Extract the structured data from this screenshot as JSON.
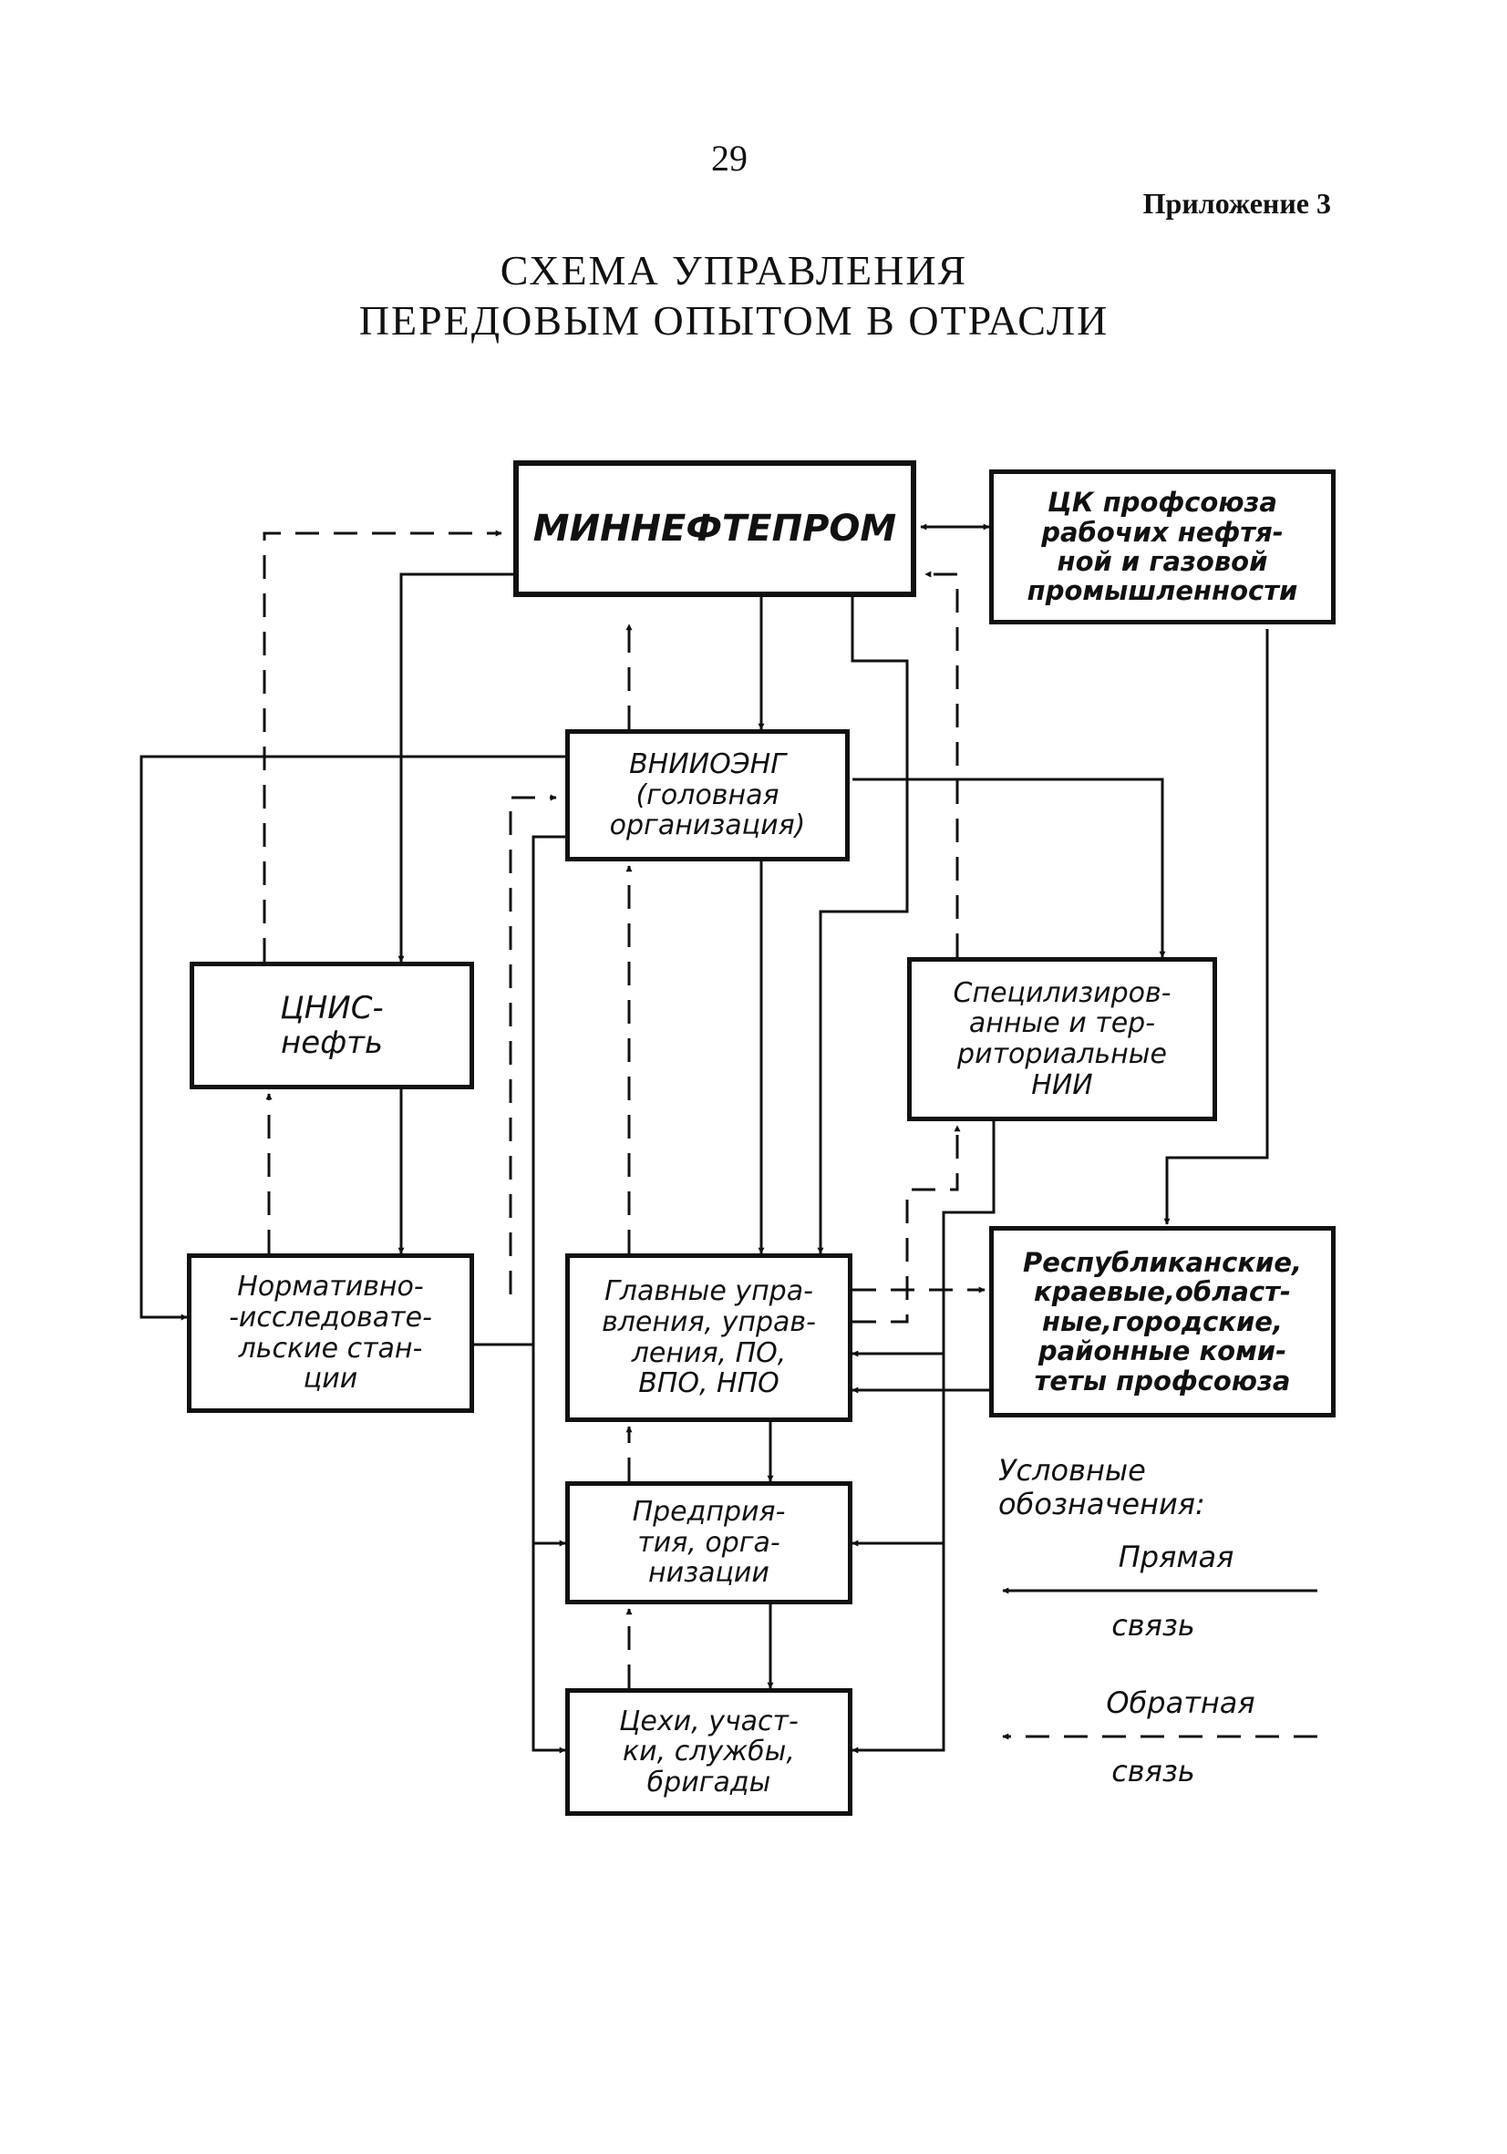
{
  "page_number": "29",
  "appendix_label": "Приложение 3",
  "title": {
    "line1": "СХЕМА УПРАВЛЕНИЯ",
    "line2": "ПЕРЕДОВЫМ ОПЫТОМ В ОТРАСЛИ"
  },
  "nodes": {
    "minneftprom": "МИННЕФТЕПРОМ",
    "tsk_profsoyuz": "ЦК профсоюза\nрабочих нефтя-\nной и газовой\nпромышленности",
    "vniioeng": "ВНИИОЭНГ\n(головная\nорганизация)",
    "tsnis": "ЦНИС-\nнефть",
    "nii": "Специлизиров-\nанные и тер-\nриториальные\nНИИ",
    "normativ": "Нормативно-\n-исследовате-\nльские стан-\nции",
    "glavnye": "Главные упра-\nвления, управ-\nления, ПО,\nВПО, НПО",
    "respublik": "Республиканские,\nкраевые,област-\nные,городские,\nрайонные коми-\nтеты профсоюза",
    "predpriyatiya": "Предприя-\nтия, орга-\nнизации",
    "tsekhi": "Цехи, участ-\nки, службы,\nбригады"
  },
  "legend": {
    "title": "Условные\nобозначения:",
    "direct_top": "Прямая",
    "direct_bottom": "связь",
    "feedback_top": "Обратная",
    "feedback_bottom": "связь"
  }
}
